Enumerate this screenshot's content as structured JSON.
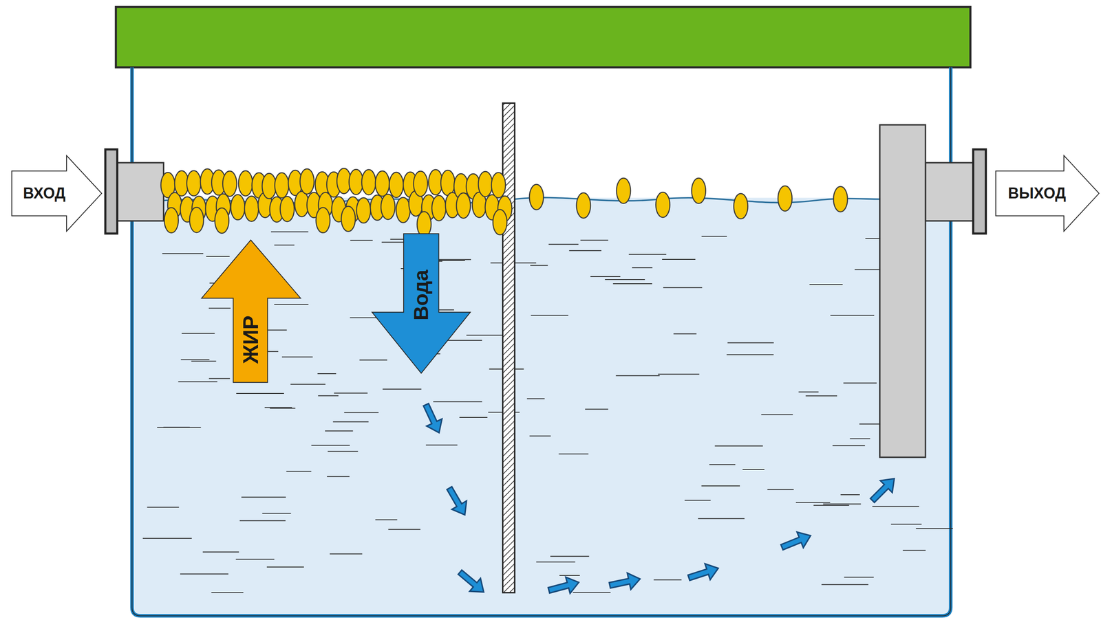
{
  "diagram": {
    "nodes": [
      {
        "text": [
          "ВХОД"
        ]
      },
      {
        "text": [
          "ЖИР"
        ]
      },
      {
        "text": [
          "Вода"
        ]
      },
      {
        "text": [
          "ВЫХОД"
        ]
      }
    ]
  }
}
